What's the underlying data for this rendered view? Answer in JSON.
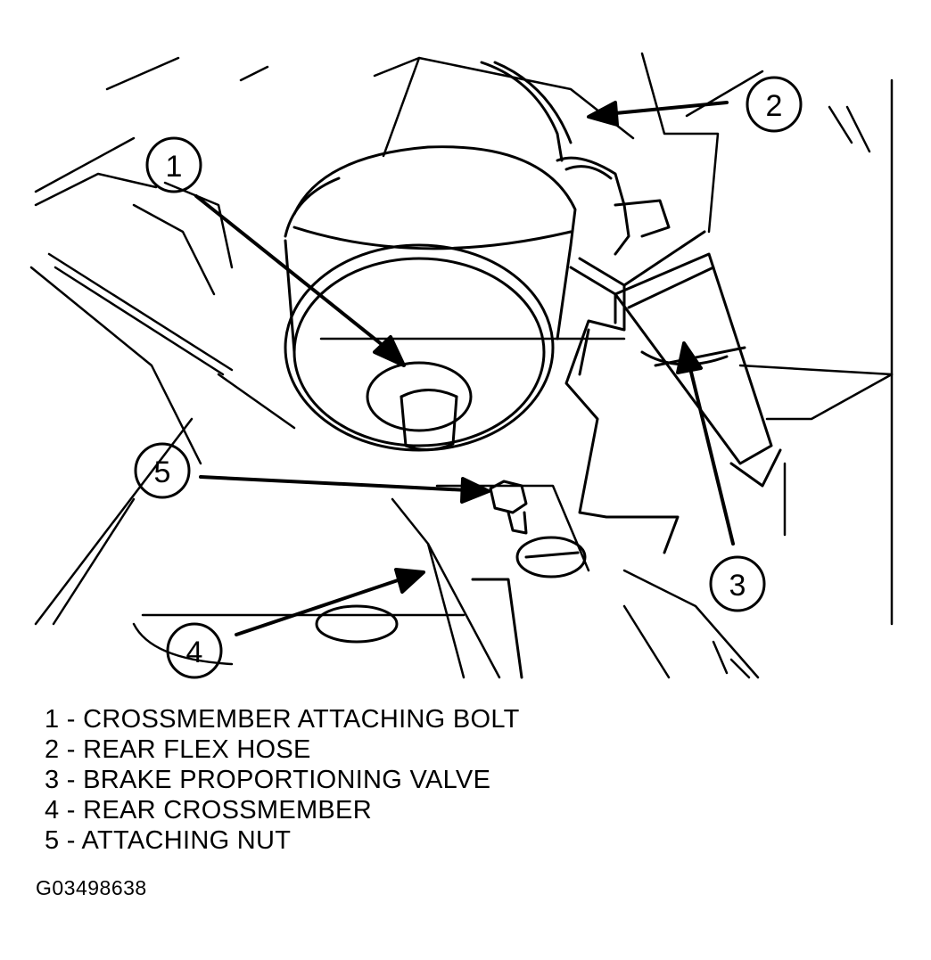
{
  "callouts": [
    {
      "num": "1"
    },
    {
      "num": "2"
    },
    {
      "num": "3"
    },
    {
      "num": "4"
    },
    {
      "num": "5"
    }
  ],
  "legend": [
    "1 - CROSSMEMBER ATTACHING BOLT",
    "2 - REAR FLEX HOSE",
    "3 - BRAKE PROPORTIONING VALVE",
    "4 - REAR CROSSMEMBER",
    "5 - ATTACHING NUT"
  ],
  "figure_id": "G03498638",
  "colors": {
    "ink": "#000000",
    "paper": "#ffffff"
  }
}
